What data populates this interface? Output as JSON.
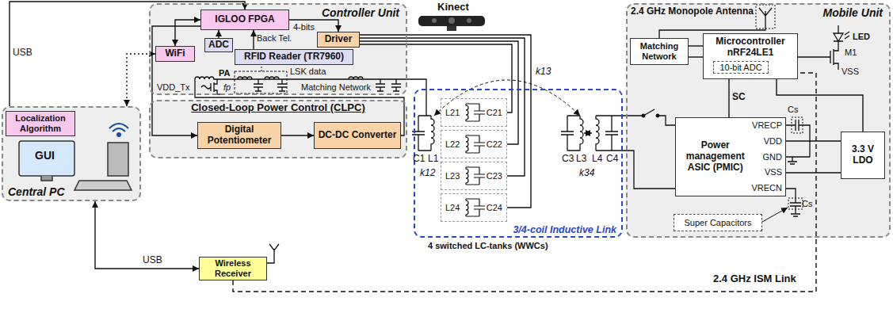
{
  "diagram": {
    "nodes": [
      {
        "text": [
          "Controller Unit"
        ]
      },
      {
        "text": [
          "IGLOO FPGA"
        ],
        "in": 0
      },
      {
        "text": [
          "Driver"
        ],
        "in": 0
      },
      {
        "text": [
          "RFID Reader (TR7960)"
        ],
        "in": 0
      },
      {
        "text": [
          "ADC"
        ],
        "in": 0
      },
      {
        "text": [
          "WiFi"
        ],
        "in": 0
      },
      {
        "text": [
          "Closed-Loop Power Control (CLPC)"
        ]
      },
      {
        "text": [
          "Digital Potentiometer"
        ],
        "in": 6
      },
      {
        "text": [
          "DC-DC Converter"
        ],
        "in": 6
      },
      {
        "text": [
          "Central PC"
        ]
      },
      {
        "text": [
          "Localization Algorithm"
        ],
        "in": 9
      },
      {
        "text": [
          "Wireless Receiver"
        ]
      },
      {
        "text": [
          "3/4-coil Inductive Link"
        ]
      },
      {
        "text": [
          "L21",
          "C21"
        ],
        "in": 12
      },
      {
        "text": [
          "L22",
          "C22"
        ],
        "in": 12
      },
      {
        "text": [
          "L23",
          "C23"
        ],
        "in": 12
      },
      {
        "text": [
          "L24",
          "C24"
        ],
        "in": 12
      },
      {
        "text": [
          "Mobile Unit"
        ]
      },
      {
        "text": [
          "Matching Network"
        ],
        "in": 17
      },
      {
        "text": [
          "Microcontroller nRF24LE1"
        ],
        "in": 17
      },
      {
        "text": [
          "10-bit ADC"
        ],
        "in": 19
      },
      {
        "text": [
          "Power management ASIC (PMIC)",
          "VRECP",
          "VDD",
          "GND",
          "VSS",
          "VRECN"
        ],
        "in": 17
      },
      {
        "text": [
          "3.3 V LDO"
        ],
        "in": 17
      },
      {
        "text": [
          "Super Capacitors"
        ],
        "in": 17
      }
    ],
    "edges": [
      {
        "from": 5,
        "to": 1,
        "arrow": "both"
      },
      {
        "from": 1,
        "to": 2,
        "arrow": "to",
        "label": "4-bits"
      },
      {
        "from": 4,
        "to": 1,
        "arrow": "to"
      },
      {
        "from": 3,
        "to": 1,
        "arrow": "to",
        "label": "Back Tel."
      },
      {
        "from": 9,
        "to": 1,
        "arrow": "to",
        "label": "USB"
      },
      {
        "from": 9,
        "to": 5,
        "arrow": "both"
      },
      {
        "from": 9,
        "to": 11,
        "arrow": "both",
        "label": "USB"
      },
      {
        "from": 1,
        "to": 7,
        "arrow": "to"
      },
      {
        "from": 7,
        "to": 8,
        "arrow": "to"
      },
      {
        "from": 2,
        "to": 13,
        "arrow": "none"
      },
      {
        "from": 2,
        "to": 14,
        "arrow": "none"
      },
      {
        "from": 2,
        "to": 15,
        "arrow": "none"
      },
      {
        "from": 2,
        "to": 16,
        "arrow": "none"
      },
      {
        "from": 11,
        "to": 19,
        "arrow": "none",
        "label": "2.4 GHz ISM Link"
      },
      {
        "from": 18,
        "to": 19,
        "arrow": "none"
      },
      {
        "from": 18,
        "to": 19,
        "arrow": "none"
      },
      {
        "from": 19,
        "to": 21,
        "arrow": "none",
        "label": "SC"
      },
      {
        "from": 21,
        "to": 22,
        "arrow": "none"
      },
      {
        "from": 22,
        "to": 19,
        "arrow": "none"
      }
    ],
    "labels": [
      "Kinect",
      "GUI",
      "2.4 GHz Monopole Antenna",
      "VDD_Tx",
      "PA",
      "fp",
      "LSK data",
      "Matching Network",
      "C1",
      "L1",
      "k12",
      "k13",
      "4 switched LC-tanks (WWCs)",
      "C3",
      "L3",
      "L4",
      "C4",
      "k34",
      "LED",
      "M1",
      "VSS",
      "Cs",
      "Cs"
    ]
  }
}
